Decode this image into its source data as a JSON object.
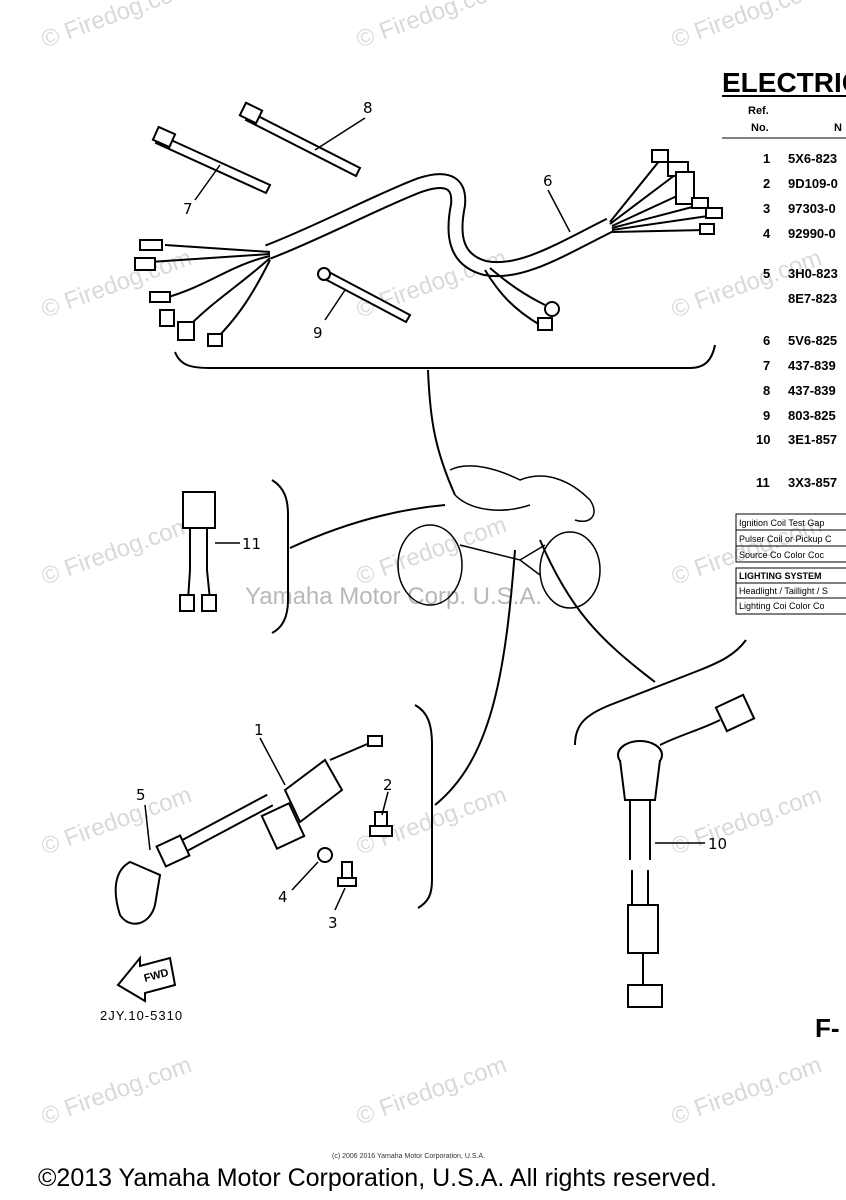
{
  "title": "ELECTRIC",
  "table_header": {
    "ref": "Ref.",
    "no": "No.",
    "part_no": "N"
  },
  "parts": [
    {
      "ref": "1",
      "part": "5X6-823"
    },
    {
      "ref": "2",
      "part": "9D109-0"
    },
    {
      "ref": "3",
      "part": "97303-0"
    },
    {
      "ref": "4",
      "part": "92990-0"
    },
    {
      "ref": "5",
      "part": "3H0-823"
    },
    {
      "ref": "",
      "part": "8E7-823"
    },
    {
      "ref": "6",
      "part": "5V6-825"
    },
    {
      "ref": "7",
      "part": "437-839"
    },
    {
      "ref": "8",
      "part": "437-839"
    },
    {
      "ref": "9",
      "part": "803-825"
    },
    {
      "ref": "10",
      "part": "3E1-857"
    },
    {
      "ref": "11",
      "part": "3X3-857"
    }
  ],
  "info_box_1": [
    "Ignition Coil Test Gap",
    "Pulser Coil or Pickup C",
    "Source Co  Color Coc"
  ],
  "info_box_2": {
    "heading": "LIGHTING SYSTEM",
    "rows": [
      "Headlight / Taillight / S",
      "Lighting Coi  Color Co"
    ]
  },
  "callouts": {
    "c1": "1",
    "c2": "2",
    "c3": "3",
    "c4": "4",
    "c5": "5",
    "c6": "6",
    "c7": "7",
    "c8": "8",
    "c9": "9",
    "c10": "10",
    "c11": "11"
  },
  "watermark": "© Firedog.com",
  "center_watermark": "Yamaha Motor Corp. U.S.A.",
  "fwd_label": "FWD",
  "diagram_code": "2JY.10-5310",
  "figure_label": "F-",
  "small_copyright": "(c) 2006 2016 Yamaha Motor Corporation, U.S.A.",
  "copyright": "©2013 Yamaha Motor Corporation, U.S.A. All rights reserved."
}
